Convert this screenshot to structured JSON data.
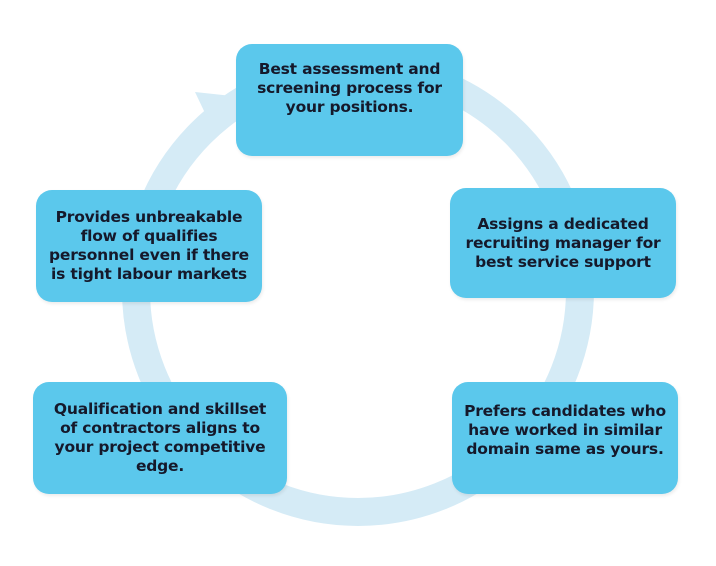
{
  "colors": {
    "box_fill": "#5bc8ec",
    "ring": "#d5ebf6",
    "text": "#15192b"
  },
  "steps": [
    {
      "text": "Best assessment and\nscreening process for\nyour positions."
    },
    {
      "text": "Assigns a dedicated\nrecruiting manager for\nbest service support"
    },
    {
      "text": "Prefers candidates who\nhave worked in similar\ndomain same as yours."
    },
    {
      "text": "Qualification and skillset\nof contractors aligns to\nyour project competitive\nedge."
    },
    {
      "text": "Provides unbreakable\nflow of qualifies\npersonnel even if there\nis tight labour markets"
    }
  ]
}
